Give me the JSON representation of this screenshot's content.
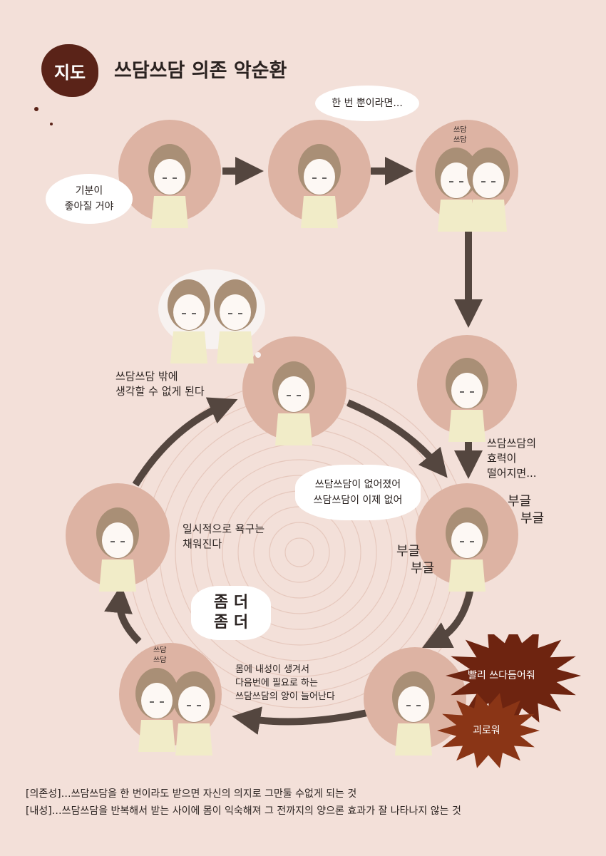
{
  "title": {
    "badge": "지도",
    "text": "쓰담쓰담 의존 악순환"
  },
  "bubbles": {
    "feel_good": [
      "기분이",
      "좋아질 거야"
    ],
    "just_once": "한 번 뿐이라면...",
    "gone": [
      "쓰담쓰담이 없어졌어",
      "쓰담쓰담이 이제 없어"
    ],
    "more": [
      "좀 더",
      "좀 더"
    ]
  },
  "labels": {
    "pat_top": [
      "쓰담",
      "쓰담"
    ],
    "pat_bottom": [
      "쓰담",
      "쓰담"
    ],
    "only_think": [
      "쓰담쓰담 밖에",
      "생각할 수 없게 된다"
    ],
    "effect_wears": [
      "쓰담쓰담의",
      "효력이",
      "떨어지면..."
    ],
    "boil1": [
      "부글",
      "부글"
    ],
    "boil2": [
      "부글",
      "부글"
    ],
    "satisfied": [
      "일시적으로 욕구는",
      "채워진다"
    ],
    "tolerance": [
      "몸에 내성이 생겨서",
      "다음번에 필요로 하는",
      "쓰담쓰담의 양이 늘어난다"
    ]
  },
  "bursts": {
    "hurry": "빨리 쓰다듬어줘",
    "painful": "괴로워"
  },
  "footer": [
    "[의존성]…쓰담쓰담을 한 번이라도 받으면 자신의 의지로 그만둘 수없게 되는 것",
    "[내성]…쓰담쓰담을 반복해서 받는 사이에 몸이 익숙해져 그 전까지의 양으론 효과가 잘 나타나지 않는 것"
  ],
  "colors": {
    "bg": "#f3e0d9",
    "circle": "#ddb3a3",
    "arrow": "#54463f",
    "badge": "#5a2318",
    "burst": "#7a2a12"
  }
}
